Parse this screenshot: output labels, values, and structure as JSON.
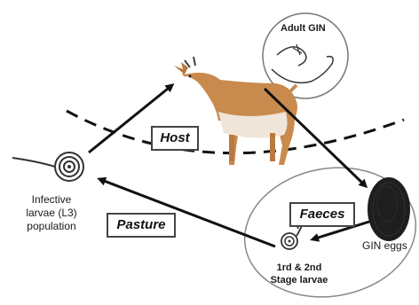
{
  "diagram": {
    "adult_label": "Adult GIN",
    "host_label": "Host",
    "faeces_label": "Faeces",
    "pasture_label": "Pasture",
    "infective_label_lines": [
      "Infective",
      "larvae (L3)",
      "population"
    ],
    "eggs_label": "GIN eggs",
    "stage_label_lines": [
      "1rd & 2nd",
      "Stage larvae"
    ]
  },
  "colors": {
    "arrow": "#111111",
    "goat_body": "#c98a4e",
    "goat_belly": "#efe5d8",
    "egg_mass": "#222222"
  }
}
